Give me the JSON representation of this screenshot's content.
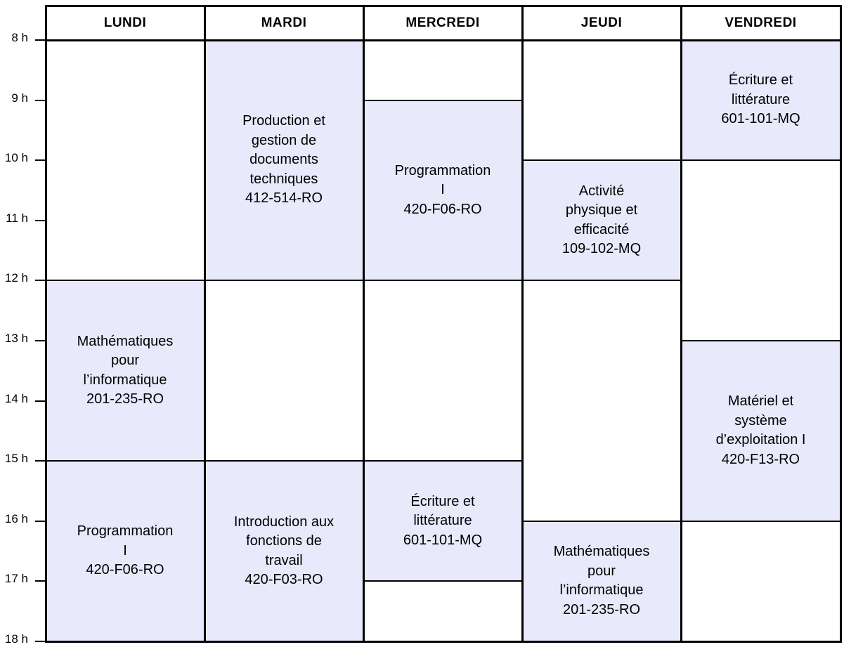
{
  "days": [
    "LUNDI",
    "MARDI",
    "MERCREDI",
    "JEUDI",
    "VENDREDI"
  ],
  "hours": [
    "8 h",
    "9 h",
    "10 h",
    "11 h",
    "12 h",
    "13 h",
    "14 h",
    "15 h",
    "16 h",
    "17 h",
    "18 h"
  ],
  "colors": {
    "course_fill": "#e8eafc",
    "empty_fill": "#ffffff",
    "grid_line": "#d6d6d6",
    "border": "#000000"
  },
  "blocks": [
    {
      "day": 0,
      "start": 8,
      "end": 12,
      "text": ""
    },
    {
      "day": 0,
      "start": 12,
      "end": 15,
      "text": "Mathématiques\npour\nl’informatique\n201-235-RO"
    },
    {
      "day": 0,
      "start": 15,
      "end": 18,
      "text": "Programmation\nI\n420-F06-RO"
    },
    {
      "day": 1,
      "start": 8,
      "end": 12,
      "text": "Production et\ngestion de\ndocuments\ntechniques\n412-514-RO"
    },
    {
      "day": 1,
      "start": 12,
      "end": 15,
      "text": ""
    },
    {
      "day": 1,
      "start": 15,
      "end": 18,
      "text": "Introduction aux\nfonctions de\ntravail\n420-F03-RO"
    },
    {
      "day": 2,
      "start": 8,
      "end": 9,
      "text": ""
    },
    {
      "day": 2,
      "start": 9,
      "end": 12,
      "text": "Programmation\nI\n420-F06-RO"
    },
    {
      "day": 2,
      "start": 12,
      "end": 15,
      "text": ""
    },
    {
      "day": 2,
      "start": 15,
      "end": 17,
      "text": "Écriture et\nlittérature\n601-101-MQ"
    },
    {
      "day": 2,
      "start": 17,
      "end": 18,
      "text": ""
    },
    {
      "day": 3,
      "start": 8,
      "end": 10,
      "text": ""
    },
    {
      "day": 3,
      "start": 10,
      "end": 12,
      "text": "Activité\nphysique et\nefficacité\n109-102-MQ"
    },
    {
      "day": 3,
      "start": 12,
      "end": 16,
      "text": ""
    },
    {
      "day": 3,
      "start": 16,
      "end": 18,
      "text": "Mathématiques\npour\nl’informatique\n201-235-RO"
    },
    {
      "day": 4,
      "start": 8,
      "end": 10,
      "text": "Écriture et\nlittérature\n601-101-MQ"
    },
    {
      "day": 4,
      "start": 10,
      "end": 13,
      "text": ""
    },
    {
      "day": 4,
      "start": 13,
      "end": 16,
      "text": "Matériel et\nsystème\nd’exploitation I\n420-F13-RO"
    },
    {
      "day": 4,
      "start": 16,
      "end": 18,
      "text": ""
    }
  ]
}
